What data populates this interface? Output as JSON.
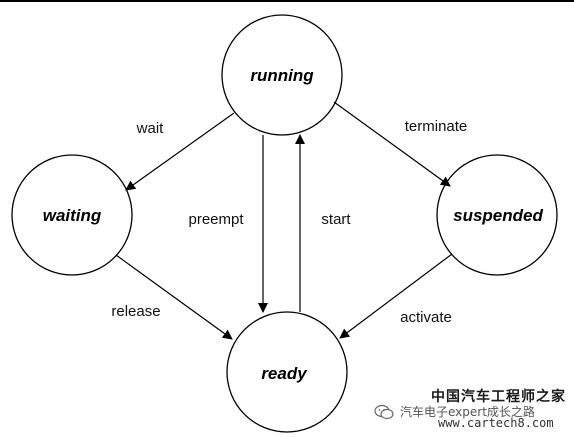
{
  "states": {
    "running": "running",
    "waiting": "waiting",
    "suspended": "suspended",
    "ready": "ready"
  },
  "transitions": {
    "wait": "wait",
    "terminate": "terminate",
    "preempt": "preempt",
    "start": "start",
    "release": "release",
    "activate": "activate"
  },
  "watermark": {
    "title": "中国汽车工程师之家",
    "subtitle": "汽车电子expert成长之路",
    "url": "www.cartech8.com"
  },
  "colors": {
    "stroke": "#000000",
    "background": "#ffffff"
  },
  "icons": {
    "wechat": "wechat-icon"
  }
}
